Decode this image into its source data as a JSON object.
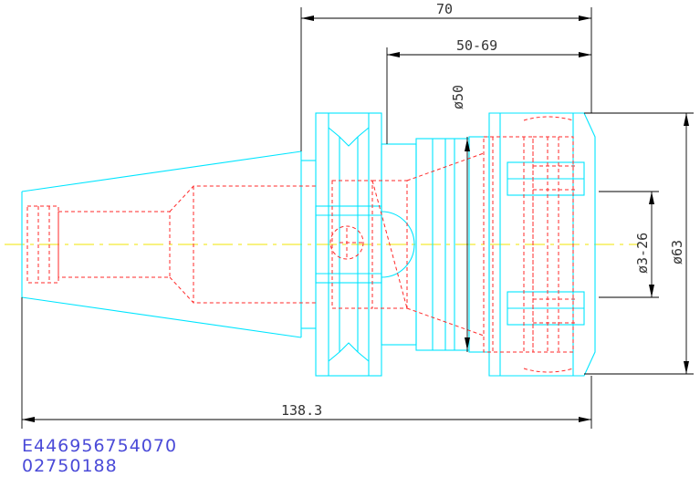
{
  "dimensions": {
    "overall_length": "70",
    "gauge_range": "50-69",
    "neck_diameter": "ø50",
    "clamp_range": "ø3-26",
    "body_diameter": "ø63",
    "total_length": "138.3"
  },
  "codes": {
    "part_number": "E446956754070",
    "order_number": "02750188"
  },
  "colors": {
    "outline": "#00e5ff",
    "hidden": "#ff2a2a",
    "centerline": "#f2e600",
    "dimension": "#000000",
    "codes_text": "#4a4ad8"
  }
}
